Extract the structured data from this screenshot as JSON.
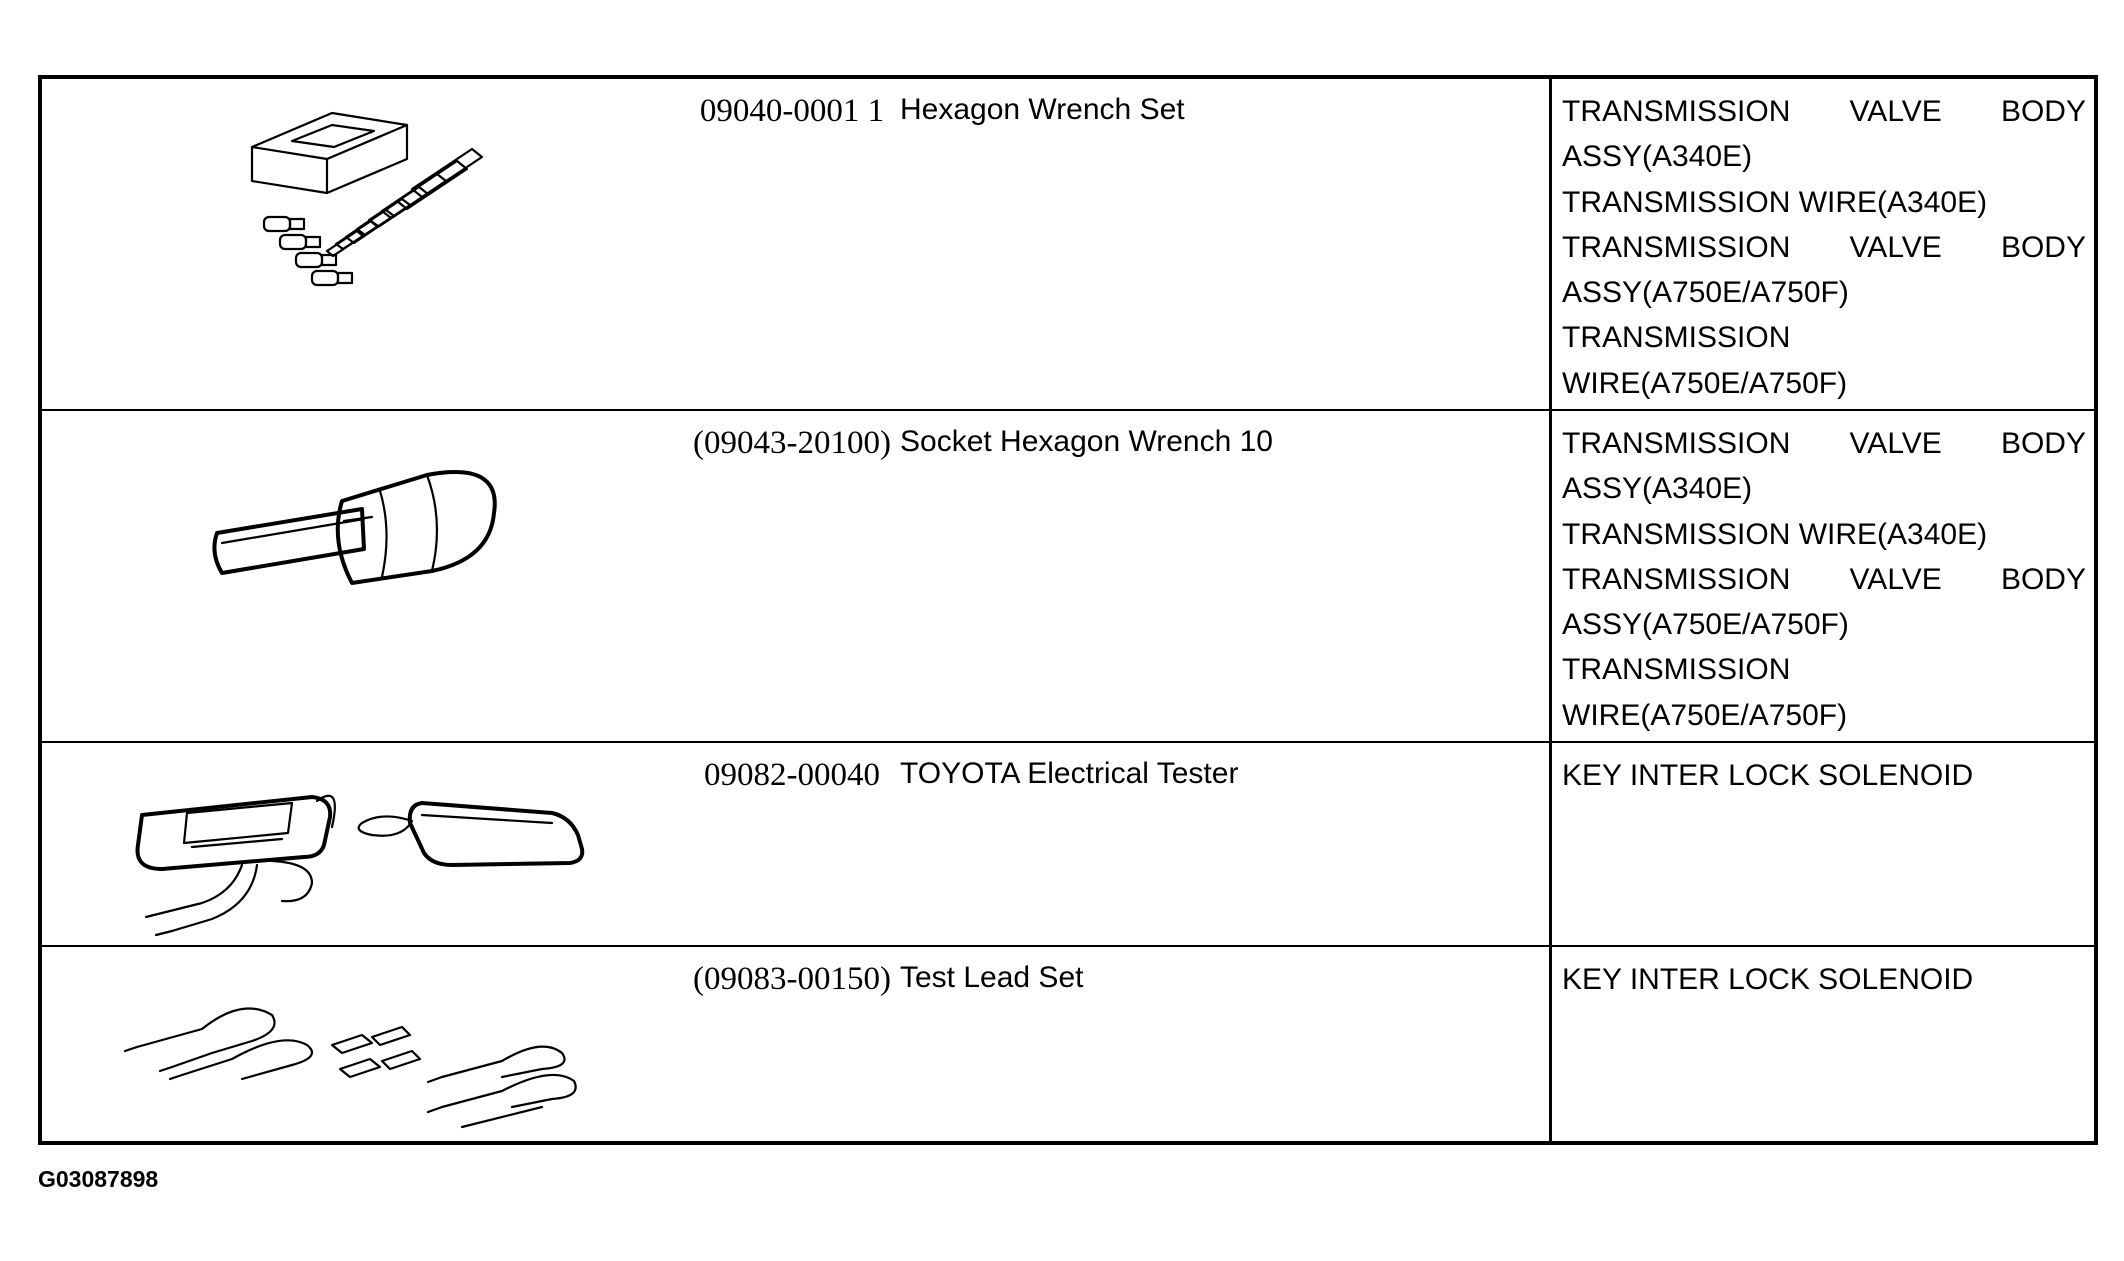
{
  "rows": [
    {
      "part_number": "09040-0001 1",
      "tool_name": "Hexagon Wrench Set",
      "applications": [
        {
          "text": "TRANSMISSION VALVE BODY",
          "justify": true
        },
        {
          "text": "ASSY(A340E)",
          "justify": false
        },
        {
          "text": "TRANSMISSION WIRE(A340E)",
          "justify": false
        },
        {
          "text": "TRANSMISSION VALVE BODY",
          "justify": true
        },
        {
          "text": "ASSY(A750E/A750F)",
          "justify": false
        },
        {
          "text": "TRANSMISSION",
          "justify": false
        },
        {
          "text": "WIRE(A750E/A750F)",
          "justify": false
        }
      ]
    },
    {
      "part_number": "(09043-20100)",
      "tool_name": "Socket Hexagon Wrench 10",
      "applications": [
        {
          "text": "TRANSMISSION VALVE BODY",
          "justify": true
        },
        {
          "text": "ASSY(A340E)",
          "justify": false
        },
        {
          "text": "TRANSMISSION WIRE(A340E)",
          "justify": false
        },
        {
          "text": "TRANSMISSION VALVE BODY",
          "justify": true
        },
        {
          "text": "ASSY(A750E/A750F)",
          "justify": false
        },
        {
          "text": "TRANSMISSION",
          "justify": false
        },
        {
          "text": "WIRE(A750E/A750F)",
          "justify": false
        }
      ]
    },
    {
      "part_number": "09082-00040",
      "tool_name": "TOYOTA Electrical Tester",
      "applications": [
        {
          "text": "KEY INTER LOCK SOLENOID",
          "justify": false
        }
      ]
    },
    {
      "part_number": "(09083-00150)",
      "tool_name": "Test Lead Set",
      "applications": [
        {
          "text": "KEY INTER LOCK SOLENOID",
          "justify": false
        }
      ]
    }
  ],
  "figure_id": "G03087898"
}
